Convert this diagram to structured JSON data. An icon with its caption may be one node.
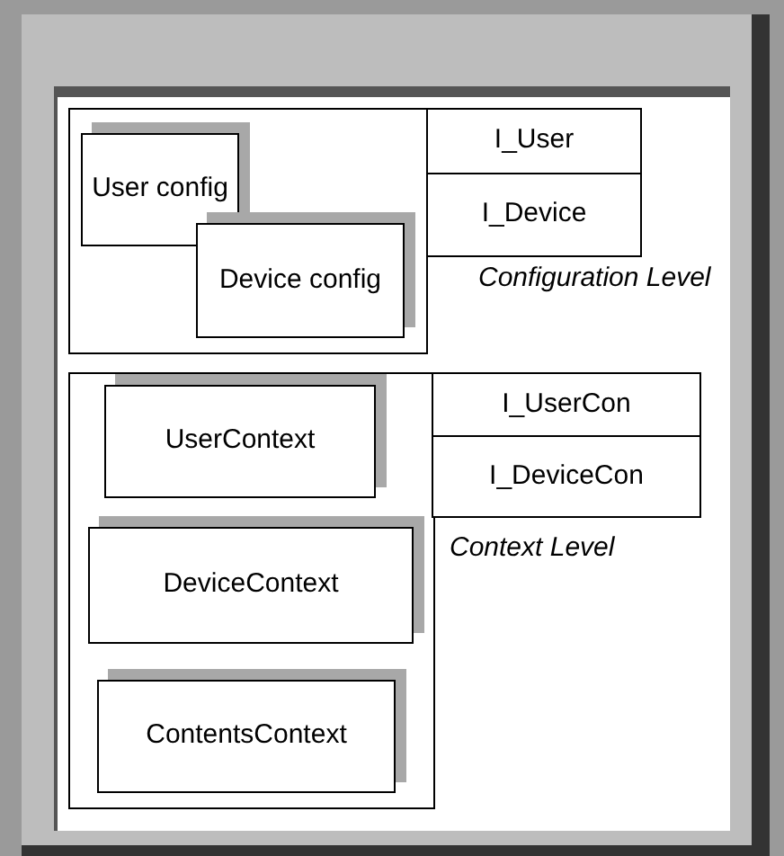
{
  "diagram": {
    "nodes": [
      {
        "text": [],
        "shape": "box"
      },
      {
        "text": [
          "User config"
        ],
        "in": 0
      },
      {
        "text": [
          "Device config"
        ],
        "in": 0
      },
      {
        "text": [
          "I_User"
        ]
      },
      {
        "text": [
          "I_Device"
        ]
      },
      {
        "text": [],
        "shape": "box"
      },
      {
        "text": [
          "UserContext"
        ],
        "in": 5
      },
      {
        "text": [
          "DeviceContext"
        ],
        "in": 5
      },
      {
        "text": [
          "ContentsContext"
        ],
        "in": 5
      },
      {
        "text": [
          "I_UserCon"
        ]
      },
      {
        "text": [
          "I_DeviceCon"
        ]
      }
    ],
    "labels": [
      "Configuration Level",
      "Context Level"
    ]
  }
}
